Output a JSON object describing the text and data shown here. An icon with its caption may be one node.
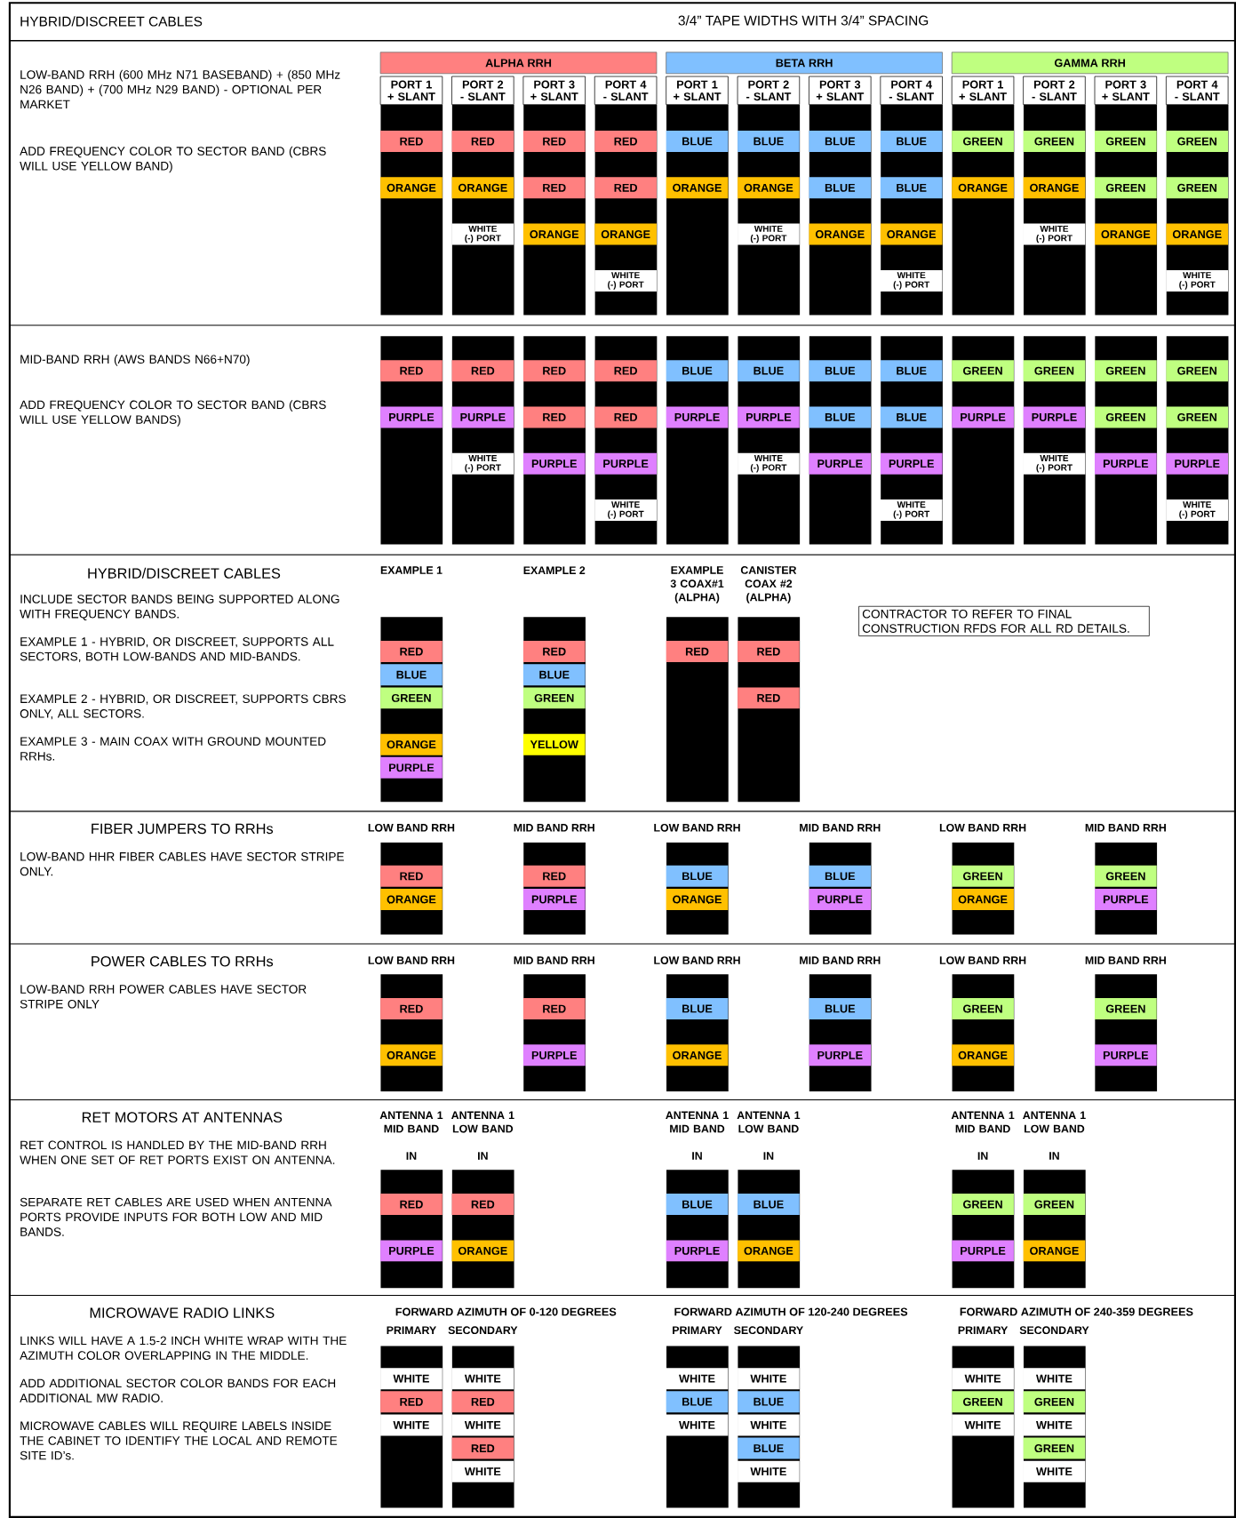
{
  "diagram": {
    "title": "HYBRID/DISCREET CABLES",
    "nodes": [
      {
        "text": [
          "ALPHA RRH"
        ]
      },
      {
        "text": [
          "PORT 1 + SLANT"
        ]
      },
      {
        "text": [
          "RED"
        ],
        "in": 1
      },
      {
        "text": [
          "ORANGE"
        ],
        "in": 1
      },
      {
        "text": [
          "PORT 2 - SLANT"
        ]
      },
      {
        "text": [
          "RED"
        ],
        "in": 4
      },
      {
        "text": [
          "ORANGE"
        ],
        "in": 4
      },
      {
        "text": [
          "WHITE (-) PORT"
        ],
        "in": 4
      },
      {
        "text": [
          "PORT 3 + SLANT"
        ]
      },
      {
        "text": [
          "RED"
        ],
        "in": 8
      },
      {
        "text": [
          "RED"
        ],
        "in": 8
      },
      {
        "text": [
          "ORANGE"
        ],
        "in": 8
      },
      {
        "text": [
          "PORT 4 - SLANT"
        ]
      },
      {
        "text": [
          "RED"
        ],
        "in": 12
      },
      {
        "text": [
          "RED"
        ],
        "in": 12
      },
      {
        "text": [
          "ORANGE"
        ],
        "in": 12
      },
      {
        "text": [
          "WHITE (-) PORT"
        ],
        "in": 12
      },
      {
        "text": [
          "BETA RRH"
        ]
      },
      {
        "text": [
          "PORT 1 + SLANT"
        ]
      },
      {
        "text": [
          "BLUE"
        ],
        "in": 18
      },
      {
        "text": [
          "ORANGE"
        ],
        "in": 18
      },
      {
        "text": [
          "PORT 2 - SLANT"
        ]
      },
      {
        "text": [
          "BLUE"
        ],
        "in": 21
      },
      {
        "text": [
          "ORANGE"
        ],
        "in": 21
      },
      {
        "text": [
          "WHITE (-) PORT"
        ],
        "in": 21
      },
      {
        "text": [
          "PORT 3 + SLANT"
        ]
      },
      {
        "text": [
          "BLUE"
        ],
        "in": 25
      },
      {
        "text": [
          "BLUE"
        ],
        "in": 25
      },
      {
        "text": [
          "ORANGE"
        ],
        "in": 25
      },
      {
        "text": [
          "PORT 4 - SLANT"
        ]
      },
      {
        "text": [
          "BLUE"
        ],
        "in": 29
      },
      {
        "text": [
          "BLUE"
        ],
        "in": 29
      },
      {
        "text": [
          "ORANGE"
        ],
        "in": 29
      },
      {
        "text": [
          "WHITE (-) PORT"
        ],
        "in": 29
      },
      {
        "text": [
          "GAMMA RRH"
        ]
      },
      {
        "text": [
          "PORT 1 + SLANT"
        ]
      },
      {
        "text": [
          "GREEN"
        ],
        "in": 35
      },
      {
        "text": [
          "ORANGE"
        ],
        "in": 35
      },
      {
        "text": [
          "PORT 2 - SLANT"
        ]
      },
      {
        "text": [
          "GREEN"
        ],
        "in": 38
      },
      {
        "text": [
          "ORANGE"
        ],
        "in": 38
      },
      {
        "text": [
          "WHITE (-) PORT"
        ],
        "in": 38
      },
      {
        "text": [
          "PORT 3 + SLANT"
        ]
      },
      {
        "text": [
          "GREEN"
        ],
        "in": 42
      },
      {
        "text": [
          "GREEN"
        ],
        "in": 42
      },
      {
        "text": [
          "ORANGE"
        ],
        "in": 42
      },
      {
        "text": [
          "PORT 4 - SLANT"
        ]
      },
      {
        "text": [
          "GREEN"
        ],
        "in": 46
      },
      {
        "text": [
          "GREEN"
        ],
        "in": 46
      },
      {
        "text": [
          "ORANGE"
        ],
        "in": 46
      },
      {
        "text": [
          "WHITE (-) PORT"
        ],
        "in": 46
      },
      {
        "text": [],
        "shape": "bar"
      },
      {
        "text": [
          "RED"
        ],
        "in": 51
      },
      {
        "text": [
          "PURPLE"
        ],
        "in": 51
      },
      {
        "text": [],
        "shape": "bar"
      },
      {
        "text": [
          "RED"
        ],
        "in": 54
      },
      {
        "text": [
          "PURPLE"
        ],
        "in": 54
      },
      {
        "text": [
          "WHITE (-) PORT"
        ],
        "in": 54
      },
      {
        "text": [],
        "shape": "bar"
      },
      {
        "text": [
          "RED"
        ],
        "in": 58
      },
      {
        "text": [
          "RED"
        ],
        "in": 58
      },
      {
        "text": [
          "PURPLE"
        ],
        "in": 58
      },
      {
        "text": [],
        "shape": "bar"
      },
      {
        "text": [
          "RED"
        ],
        "in": 62
      },
      {
        "text": [
          "RED"
        ],
        "in": 62
      },
      {
        "text": [
          "PURPLE"
        ],
        "in": 62
      },
      {
        "text": [
          "WHITE (-) PORT"
        ],
        "in": 62
      },
      {
        "text": [],
        "shape": "bar"
      },
      {
        "text": [
          "BLUE"
        ],
        "in": 67
      },
      {
        "text": [
          "PURPLE"
        ],
        "in": 67
      },
      {
        "text": [],
        "shape": "bar"
      },
      {
        "text": [
          "BLUE"
        ],
        "in": 70
      },
      {
        "text": [
          "PURPLE"
        ],
        "in": 70
      },
      {
        "text": [
          "WHITE (-) PORT"
        ],
        "in": 70
      },
      {
        "text": [],
        "shape": "bar"
      },
      {
        "text": [
          "BLUE"
        ],
        "in": 74
      },
      {
        "text": [
          "BLUE"
        ],
        "in": 74
      },
      {
        "text": [
          "PURPLE"
        ],
        "in": 74
      },
      {
        "text": [],
        "shape": "bar"
      },
      {
        "text": [
          "BLUE"
        ],
        "in": 78
      },
      {
        "text": [
          "BLUE"
        ],
        "in": 78
      },
      {
        "text": [
          "PURPLE"
        ],
        "in": 78
      },
      {
        "text": [
          "WHITE (-) PORT"
        ],
        "in": 78
      },
      {
        "text": [],
        "shape": "bar"
      },
      {
        "text": [
          "GREEN"
        ],
        "in": 83
      },
      {
        "text": [
          "PURPLE"
        ],
        "in": 83
      },
      {
        "text": [],
        "shape": "bar"
      },
      {
        "text": [
          "GREEN"
        ],
        "in": 86
      },
      {
        "text": [
          "PURPLE"
        ],
        "in": 86
      },
      {
        "text": [
          "WHITE (-) PORT"
        ],
        "in": 86
      },
      {
        "text": [],
        "shape": "bar"
      },
      {
        "text": [
          "GREEN"
        ],
        "in": 90
      },
      {
        "text": [
          "GREEN"
        ],
        "in": 90
      },
      {
        "text": [
          "PURPLE"
        ],
        "in": 90
      },
      {
        "text": [],
        "shape": "bar"
      },
      {
        "text": [
          "GREEN"
        ],
        "in": 94
      },
      {
        "text": [
          "GREEN"
        ],
        "in": 94
      },
      {
        "text": [
          "PURPLE"
        ],
        "in": 94
      },
      {
        "text": [
          "WHITE (-) PORT"
        ],
        "in": 94
      },
      {
        "text": [
          "EXAMPLE 1"
        ]
      },
      {
        "text": [
          "RED"
        ],
        "in": 99
      },
      {
        "text": [
          "BLUE"
        ],
        "in": 99
      },
      {
        "text": [
          "GREEN"
        ],
        "in": 99
      },
      {
        "text": [
          "ORANGE"
        ],
        "in": 99
      },
      {
        "text": [
          "PURPLE"
        ],
        "in": 99
      },
      {
        "text": [
          "EXAMPLE 2"
        ]
      },
      {
        "text": [
          "RED"
        ],
        "in": 105
      },
      {
        "text": [
          "BLUE"
        ],
        "in": 105
      },
      {
        "text": [
          "GREEN"
        ],
        "in": 105
      },
      {
        "text": [
          "YELLOW"
        ],
        "in": 105
      },
      {
        "text": [
          "EXAMPLE 3 COAX#1 (ALPHA)"
        ]
      },
      {
        "text": [
          "RED"
        ],
        "in": 110
      },
      {
        "text": [
          "CANISTER COAX #2 (ALPHA)"
        ]
      },
      {
        "text": [
          "RED"
        ],
        "in": 112
      },
      {
        "text": [
          "RED"
        ],
        "in": 112
      },
      {
        "text": [
          "LOW BAND RRH"
        ]
      },
      {
        "text": [
          "RED"
        ],
        "in": 115
      },
      {
        "text": [
          "ORANGE"
        ],
        "in": 115
      },
      {
        "text": [
          "MID BAND RRH"
        ]
      },
      {
        "text": [
          "RED"
        ],
        "in": 118
      },
      {
        "text": [
          "PURPLE"
        ],
        "in": 118
      },
      {
        "text": [
          "LOW BAND RRH"
        ]
      },
      {
        "text": [
          "BLUE"
        ],
        "in": 121
      },
      {
        "text": [
          "ORANGE"
        ],
        "in": 121
      },
      {
        "text": [
          "MID BAND RRH"
        ]
      },
      {
        "text": [
          "BLUE"
        ],
        "in": 124
      },
      {
        "text": [
          "PURPLE"
        ],
        "in": 124
      },
      {
        "text": [
          "LOW BAND RRH"
        ]
      },
      {
        "text": [
          "GREEN"
        ],
        "in": 127
      },
      {
        "text": [
          "ORANGE"
        ],
        "in": 127
      },
      {
        "text": [
          "MID BAND RRH"
        ]
      },
      {
        "text": [
          "GREEN"
        ],
        "in": 130
      },
      {
        "text": [
          "PURPLE"
        ],
        "in": 130
      },
      {
        "text": [
          "LOW BAND RRH"
        ]
      },
      {
        "text": [
          "RED"
        ],
        "in": 133
      },
      {
        "text": [
          "ORANGE"
        ],
        "in": 133
      },
      {
        "text": [
          "MID BAND RRH"
        ]
      },
      {
        "text": [
          "RED"
        ],
        "in": 136
      },
      {
        "text": [
          "PURPLE"
        ],
        "in": 136
      },
      {
        "text": [
          "LOW BAND RRH"
        ]
      },
      {
        "text": [
          "BLUE"
        ],
        "in": 139
      },
      {
        "text": [
          "ORANGE"
        ],
        "in": 139
      },
      {
        "text": [
          "MID BAND RRH"
        ]
      },
      {
        "text": [
          "BLUE"
        ],
        "in": 142
      },
      {
        "text": [
          "PURPLE"
        ],
        "in": 142
      },
      {
        "text": [
          "LOW BAND RRH"
        ]
      },
      {
        "text": [
          "GREEN"
        ],
        "in": 145
      },
      {
        "text": [
          "ORANGE"
        ],
        "in": 145
      },
      {
        "text": [
          "MID BAND RRH"
        ]
      },
      {
        "text": [
          "GREEN"
        ],
        "in": 148
      },
      {
        "text": [
          "PURPLE"
        ],
        "in": 148
      },
      {
        "text": [
          "ANTENNA 1 MID BAND",
          "IN"
        ]
      },
      {
        "text": [
          "RED"
        ],
        "in": 151
      },
      {
        "text": [
          "PURPLE"
        ],
        "in": 151
      },
      {
        "text": [
          "ANTENNA 1 LOW BAND",
          "IN"
        ]
      },
      {
        "text": [
          "RED"
        ],
        "in": 154
      },
      {
        "text": [
          "ORANGE"
        ],
        "in": 154
      },
      {
        "text": [
          "ANTENNA 1 MID BAND",
          "IN"
        ]
      },
      {
        "text": [
          "BLUE"
        ],
        "in": 157
      },
      {
        "text": [
          "PURPLE"
        ],
        "in": 157
      },
      {
        "text": [
          "ANTENNA 1 LOW BAND",
          "IN"
        ]
      },
      {
        "text": [
          "BLUE"
        ],
        "in": 160
      },
      {
        "text": [
          "ORANGE"
        ],
        "in": 160
      },
      {
        "text": [
          "ANTENNA 1 MID BAND",
          "IN"
        ]
      },
      {
        "text": [
          "GREEN"
        ],
        "in": 163
      },
      {
        "text": [
          "PURPLE"
        ],
        "in": 163
      },
      {
        "text": [
          "ANTENNA 1 LOW BAND",
          "IN"
        ]
      },
      {
        "text": [
          "GREEN"
        ],
        "in": 166
      },
      {
        "text": [
          "ORANGE"
        ],
        "in": 166
      },
      {
        "text": [
          "PRIMARY"
        ]
      },
      {
        "text": [
          "WHITE"
        ],
        "in": 169
      },
      {
        "text": [
          "RED"
        ],
        "in": 169
      },
      {
        "text": [
          "WHITE"
        ],
        "in": 169
      },
      {
        "text": [
          "SECONDARY"
        ]
      },
      {
        "text": [
          "WHITE"
        ],
        "in": 173
      },
      {
        "text": [
          "RED"
        ],
        "in": 173
      },
      {
        "text": [
          "WHITE"
        ],
        "in": 173
      },
      {
        "text": [
          "RED"
        ],
        "in": 173
      },
      {
        "text": [
          "WHITE"
        ],
        "in": 173
      },
      {
        "text": [
          "PRIMARY"
        ]
      },
      {
        "text": [
          "WHITE"
        ],
        "in": 179
      },
      {
        "text": [
          "BLUE"
        ],
        "in": 179
      },
      {
        "text": [
          "WHITE"
        ],
        "in": 179
      },
      {
        "text": [
          "SECONDARY"
        ]
      },
      {
        "text": [
          "WHITE"
        ],
        "in": 183
      },
      {
        "text": [
          "BLUE"
        ],
        "in": 183
      },
      {
        "text": [
          "WHITE"
        ],
        "in": 183
      },
      {
        "text": [
          "BLUE"
        ],
        "in": 183
      },
      {
        "text": [
          "WHITE"
        ],
        "in": 183
      },
      {
        "text": [
          "PRIMARY"
        ]
      },
      {
        "text": [
          "WHITE"
        ],
        "in": 189
      },
      {
        "text": [
          "GREEN"
        ],
        "in": 189
      },
      {
        "text": [
          "WHITE"
        ],
        "in": 189
      },
      {
        "text": [
          "SECONDARY"
        ]
      },
      {
        "text": [
          "WHITE"
        ],
        "in": 193
      },
      {
        "text": [
          "GREEN"
        ],
        "in": 193
      },
      {
        "text": [
          "WHITE"
        ],
        "in": 193
      },
      {
        "text": [
          "GREEN"
        ],
        "in": 193
      },
      {
        "text": [
          "WHITE"
        ],
        "in": 193
      },
      {
        "text": [
          "CONTRACTOR TO REFER TO FINAL CONSTRUCTION RFDS FOR ALL RD DETAILS."
        ]
      }
    ],
    "labels": [
      "3/4” TAPE WIDTHS WITH 3/4” SPACING",
      "LOW-BAND RRH (600 MHz N71 BASEBAND) + (850 MHz N26 BAND) + (700 MHz N29 BAND) - OPTIONAL PER MARKET",
      "ADD FREQUENCY COLOR TO SECTOR BAND (CBRS WILL USE YELLOW BAND)",
      "MID-BAND RRH (AWS BANDS N66+N70)",
      "ADD FREQUENCY COLOR TO SECTOR BAND (CBRS WILL USE YELLOW BANDS)",
      "HYBRID/DISCREET CABLES",
      "INCLUDE SECTOR BANDS BEING SUPPORTED ALONG WITH FREQUENCY BANDS.",
      "EXAMPLE 1 - HYBRID, OR DISCREET, SUPPORTS ALL SECTORS, BOTH LOW-BANDS AND MID-BANDS.",
      "EXAMPLE 2 - HYBRID, OR DISCREET, SUPPORTS CBRS ONLY, ALL SECTORS.",
      "EXAMPLE 3 - MAIN COAX WITH GROUND MOUNTED RRHs.",
      "FIBER JUMPERS TO RRHs",
      "LOW-BAND HHR FIBER CABLES HAVE SECTOR STRIPE ONLY.",
      "POWER CABLES TO RRHs",
      "LOW-BAND RRH POWER CABLES HAVE SECTOR STRIPE ONLY",
      "RET MOTORS AT ANTENNAS",
      "RET CONTROL IS HANDLED BY THE MID-BAND RRH WHEN ONE SET OF RET PORTS EXIST ON ANTENNA.",
      "SEPARATE RET CABLES ARE USED WHEN ANTENNA PORTS PROVIDE INPUTS FOR BOTH LOW AND MID BANDS.",
      "MICROWAVE RADIO LINKS",
      "LINKS WILL HAVE A 1.5-2 INCH WHITE WRAP WITH THE AZIMUTH COLOR OVERLAPPING IN THE MIDDLE.",
      "ADD ADDITIONAL SECTOR COLOR BANDS FOR EACH ADDITIONAL MW RADIO.",
      "MICROWAVE CABLES WILL REQUIRE LABELS INSIDE THE CABINET TO IDENTIFY THE LOCAL AND REMOTE SITE ID’s.",
      "FORWARD AZIMUTH OF 0-120 DEGREES",
      "FORWARD AZIMUTH OF 120-240 DEGREES",
      "FORWARD AZIMUTH OF 240-359 DEGREES"
    ]
  }
}
